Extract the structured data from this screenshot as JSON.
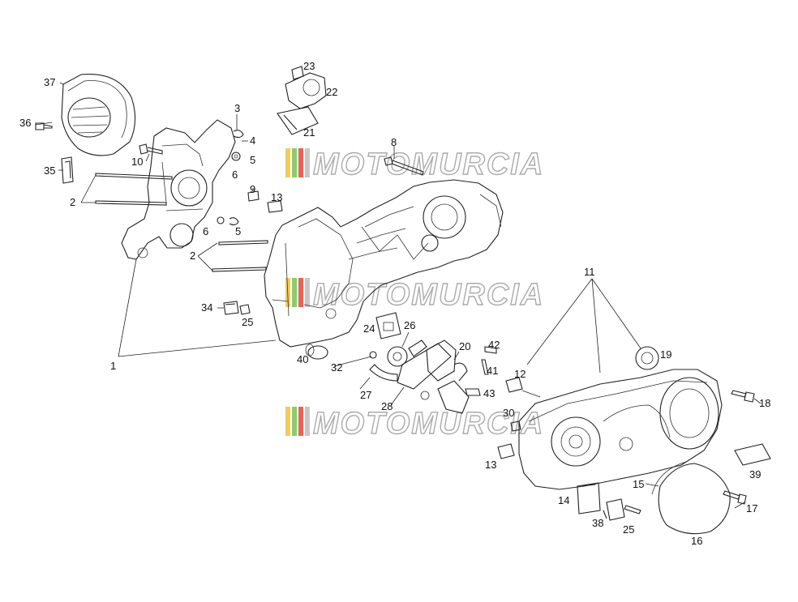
{
  "watermark": {
    "text": "MOTOMURCIA",
    "stripe_colors": [
      "#e8c230",
      "#6fbf4a",
      "#e23b2e",
      "#b9b9b9"
    ]
  },
  "labels": {
    "l1": "1",
    "l2a": "2",
    "l2b": "2",
    "l3": "3",
    "l4": "4",
    "l5a": "5",
    "l5b": "5",
    "l6a": "6",
    "l6b": "6",
    "l8": "8",
    "l9": "9",
    "l10": "10",
    "l11": "11",
    "l12": "12",
    "l13a": "13",
    "l13b": "13",
    "l14": "14",
    "l15": "15",
    "l16": "16",
    "l17": "17",
    "l18": "18",
    "l19": "19",
    "l20": "20",
    "l21": "21",
    "l22": "22",
    "l23": "23",
    "l24": "24",
    "l25a": "25",
    "l25b": "25",
    "l26": "26",
    "l27": "27",
    "l28": "28",
    "l30": "30",
    "l32": "32",
    "l34": "34",
    "l35": "35",
    "l36": "36",
    "l37": "37",
    "l38": "38",
    "l39": "39",
    "l40": "40",
    "l41": "41",
    "l42": "42",
    "l43": "43"
  }
}
